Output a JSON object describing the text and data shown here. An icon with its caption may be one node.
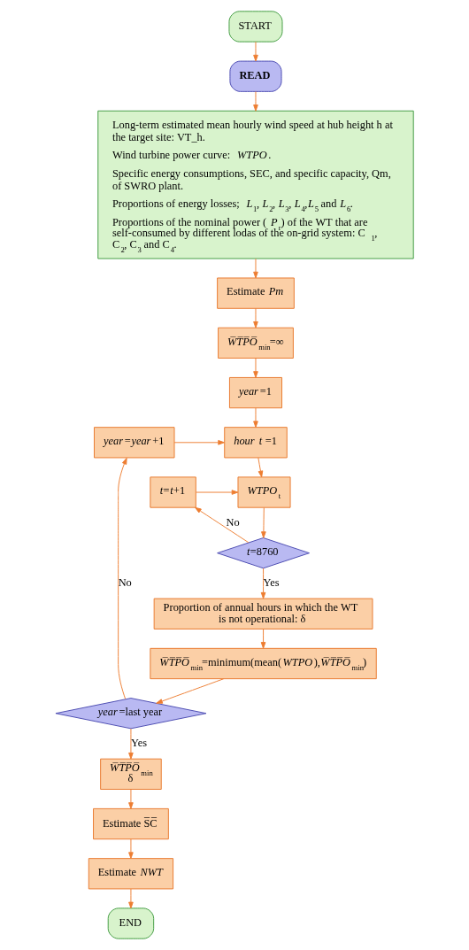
{
  "diagram": {
    "nodes": [
      {
        "text": [
          "START"
        ]
      },
      {
        "text": [
          "**READ**"
        ]
      },
      {
        "text": [
          "Long-term estimated mean hourly wind speed at hub height h at the target site: VT_h.",
          "Wind turbine power curve: *WTPO*.",
          "Specific energy consumptions, SEC, and specific capacity, Qm, of SWRO plant.",
          "Proportions of energy losses; *L*$_{1}$, *L*$_{2}$, *L*$_{3}$, *L*$_{4}$,*L*$_{5}$ and *L*$_{6}$.",
          "Proportions of the nominal power (*P*$_{r}$) of the WT that are self-consumed by different lodas of the on-grid system: C$_{1}$, C$_{2}$, C$_{3}$ and C$_{4}$."
        ]
      },
      {
        "text": [
          "Estimate *Pm*"
        ]
      },
      {
        "text": [
          "*W̅T̅P̅O̅*$_{min}$=∞"
        ]
      },
      {
        "text": [
          "*year*=1"
        ]
      },
      {
        "text": [
          "*hour* *t* =1"
        ]
      },
      {
        "text": [
          "*WTPO*$_{t}$"
        ]
      },
      {
        "text": [
          "*t*=8760"
        ]
      },
      {
        "text": [
          "*t*=*t*+1"
        ]
      },
      {
        "text": [
          "Proportion of annual hours in which the WT is not operational: δ"
        ]
      },
      {
        "text": [
          "*W̅T̅P̅O̅*$_{min}$=minimum(mean(*WTPO*),*W̅T̅P̅O̅*$_{min}$)"
        ]
      },
      {
        "text": [
          "*year*=last year"
        ]
      },
      {
        "text": [
          "*year*=*year*+1"
        ]
      },
      {
        "text": [
          "*W̅T̅P̅O̅*$_{min}$",
          "δ"
        ]
      },
      {
        "text": [
          "Estimate S̅C̅"
        ]
      },
      {
        "text": [
          "Estimate *NWT*"
        ]
      },
      {
        "text": [
          "END"
        ]
      }
    ],
    "edges": [
      {
        "from": 0,
        "to": 1,
        "arrow": "to"
      },
      {
        "from": 1,
        "to": 2,
        "arrow": "to"
      },
      {
        "from": 2,
        "to": 3,
        "arrow": "to"
      },
      {
        "from": 3,
        "to": 4,
        "arrow": "to"
      },
      {
        "from": 4,
        "to": 5,
        "arrow": "to"
      },
      {
        "from": 5,
        "to": 6,
        "arrow": "to"
      },
      {
        "from": 6,
        "to": 7,
        "arrow": "to"
      },
      {
        "from": 7,
        "to": 8,
        "arrow": "to"
      },
      {
        "from": 8,
        "to": 9,
        "arrow": "to",
        "label": "No"
      },
      {
        "from": 9,
        "to": 7,
        "arrow": "to"
      },
      {
        "from": 8,
        "to": 10,
        "arrow": "to",
        "label": "Yes"
      },
      {
        "from": 10,
        "to": 11,
        "arrow": "to"
      },
      {
        "from": 11,
        "to": 12,
        "arrow": "to"
      },
      {
        "from": 12,
        "to": 13,
        "arrow": "to",
        "label": "No"
      },
      {
        "from": 13,
        "to": 6,
        "arrow": "to"
      },
      {
        "from": 12,
        "to": 14,
        "arrow": "to",
        "label": "Yes"
      },
      {
        "from": 14,
        "to": 15,
        "arrow": "to"
      },
      {
        "from": 15,
        "to": 16,
        "arrow": "to"
      },
      {
        "from": 16,
        "to": 17,
        "arrow": "to"
      }
    ]
  }
}
